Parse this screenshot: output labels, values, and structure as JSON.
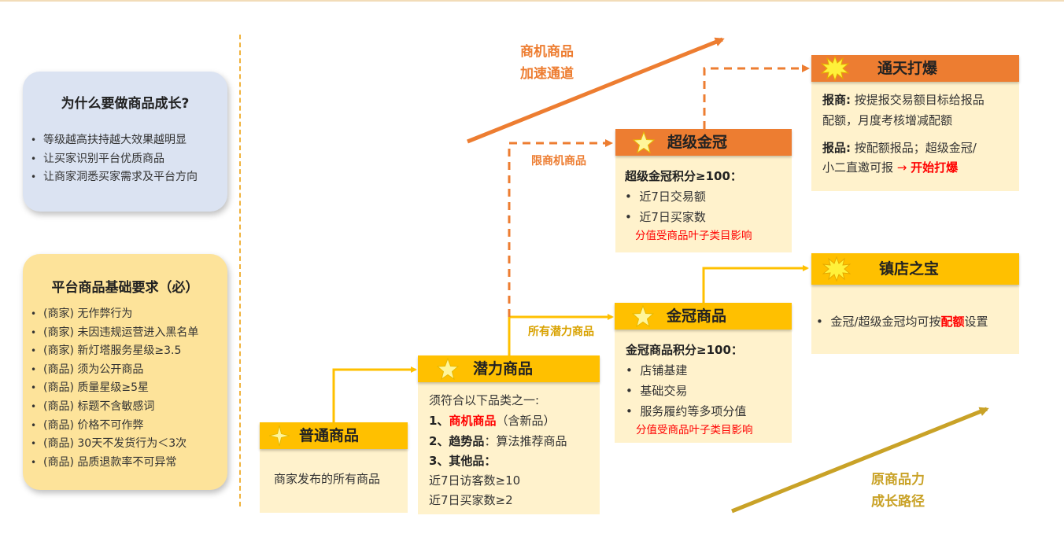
{
  "why_panel": {
    "title": "为什么要做商品成长?",
    "items": [
      "等级越高扶持越大效果越明显",
      "让买家识别平台优质商品",
      "让商家洞悉买家需求及平台方向"
    ]
  },
  "basic_panel": {
    "title": "平台商品基础要求（必）",
    "items": [
      "(商家) 无作弊行为",
      "(商家) 未因违规运营进入黑名单",
      "(商家) 新灯塔服务星级≥3.5",
      "(商品) 须为公开商品",
      "(商品) 质量星级≥5星",
      "(商品) 标题不含敏感词",
      "(商品) 价格不可作弊",
      "(商品) 30天不发货行为＜3次",
      "(商品) 品质退款率不可异常"
    ]
  },
  "normal": {
    "title": "普通商品",
    "desc": "商家发布的所有商品"
  },
  "potential": {
    "title": "潜力商品",
    "intro": "须符合以下品类之一:",
    "l1_prefix": "1、",
    "l1_highlight": "商机商品",
    "l1_suffix": "（含新品）",
    "l2_prefix": "2、趋势品",
    "l2_suffix": "：算法推荐商品",
    "l3": "3、其他品：",
    "l4": "近7日访客数≥10",
    "l5": "近7日买家数≥2"
  },
  "gold": {
    "title": "金冠商品",
    "score": "金冠商品积分≥100：",
    "items": [
      "店铺基建",
      "基础交易",
      "服务履约等多项分值"
    ],
    "note": "分值受商品叶子类目影响"
  },
  "super": {
    "title": "超级金冠",
    "score": "超级金冠积分≥100：",
    "items": [
      "近7日交易额",
      "近7日买家数"
    ],
    "note": "分值受商品叶子类目影响"
  },
  "tongtian": {
    "title": "通天打爆",
    "p1_label": "报商:",
    "p1_text_a": " 按提报交易额目标给报品",
    "p1_text_b": "配额，月度考核增减配额",
    "p2_label": "报品:",
    "p2_text_a": " 按配额报品；超级金冠/",
    "p2_text_b": "小二直邀可报 ",
    "p2_arrow": "→ ",
    "p2_red": "开始打爆"
  },
  "zhendian": {
    "title": "镇店之宝",
    "text_a": "金冠/超级金冠均可按",
    "text_red": "配额",
    "text_b": "设置"
  },
  "labels": {
    "biz_channel_1": "商机商品",
    "biz_channel_2": "加速通道",
    "original_1": "原商品力",
    "original_2": "成长路径",
    "limited_biz": "限商机商品",
    "all_potential": "所有潜力商品"
  },
  "colors": {
    "orange": "#ed7d31",
    "yellow": "#ffc000",
    "box_fill": "#fff2cc",
    "gold_arrow": "#c9a227",
    "red": "#ff0000"
  }
}
